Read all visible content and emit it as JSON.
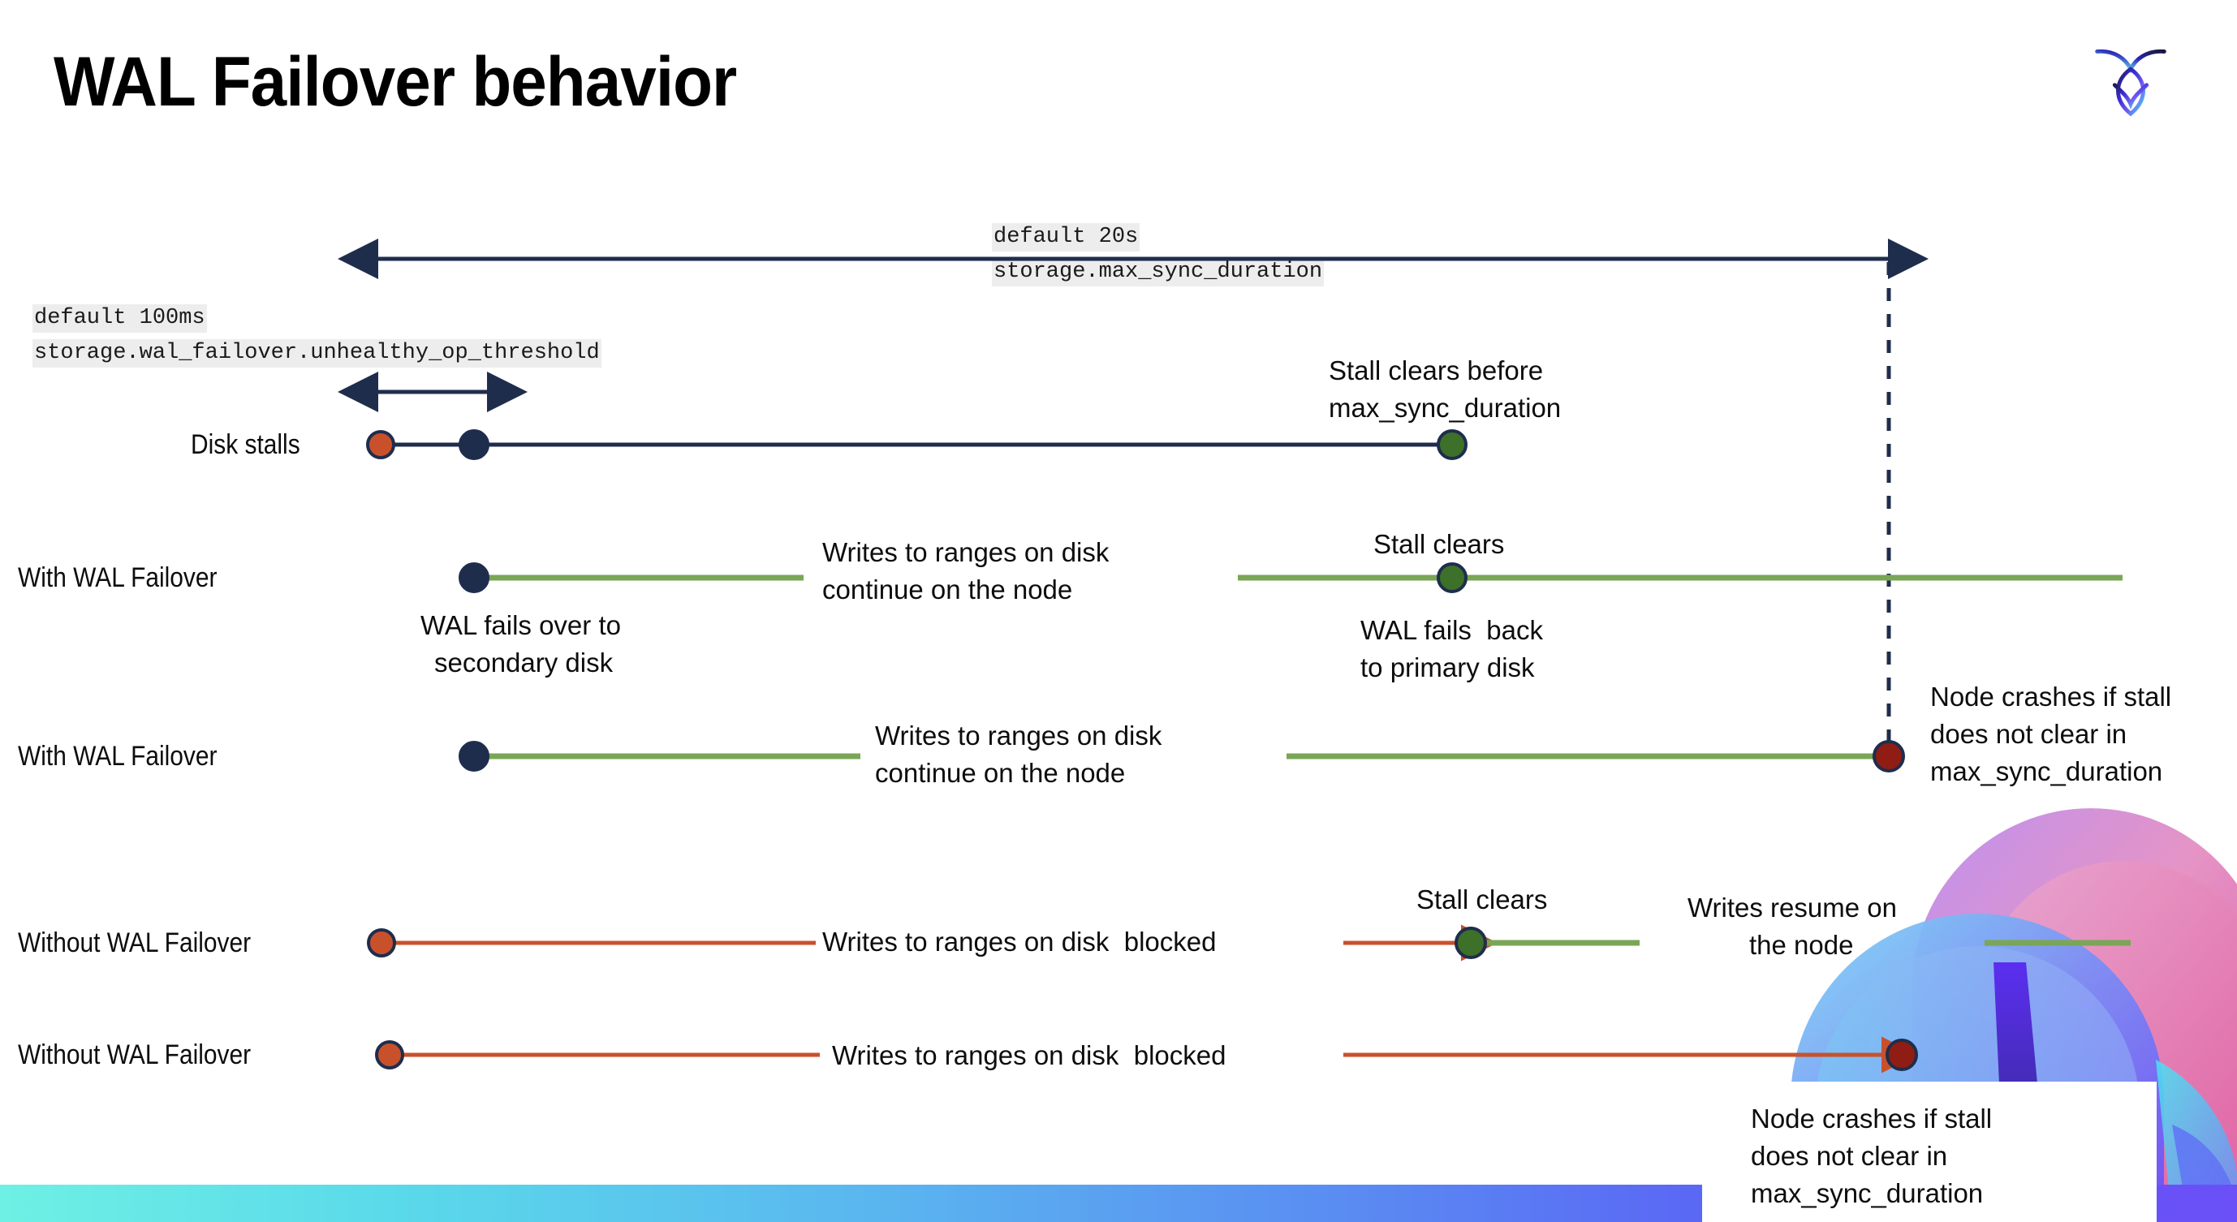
{
  "slide": {
    "title": "WAL Failover behavior",
    "logo_name": "cockroachdb-logo"
  },
  "colors": {
    "navy": "#1f2d4d",
    "green_line": "#7aa655",
    "green_dot": "#3d7029",
    "orange": "#c8512c",
    "dark_red": "#8f1d14",
    "code_bg": "#ededed",
    "strip_from": "#6ef0e4",
    "strip_to": "#6b4ff7"
  },
  "annotations": {
    "max_sync": {
      "default": "default 20s",
      "setting": "storage.max_sync_duration"
    },
    "unhealthy_op": {
      "default": "default 100ms",
      "setting": "storage.wal_failover.unhealthy_op_threshold"
    }
  },
  "rows": [
    {
      "name": "Disk stalls",
      "notes": [
        {
          "text": "Stall clears before\nmax_sync_duration"
        }
      ]
    },
    {
      "name": "With WAL Failover",
      "notes": [
        {
          "text": "Writes to ranges on disk\ncontinue on the node"
        },
        {
          "text": "WAL fails over to\nsecondary disk"
        },
        {
          "text": "Stall clears"
        },
        {
          "text": "WAL fails  back\nto primary disk"
        }
      ]
    },
    {
      "name": "With WAL Failover",
      "notes": [
        {
          "text": "Writes to ranges on disk\ncontinue on the node"
        },
        {
          "text": "Node crashes if stall\ndoes not clear in\nmax_sync_duration"
        }
      ]
    },
    {
      "name": "Without WAL Failover",
      "notes": [
        {
          "text": "Writes to ranges on disk  blocked"
        },
        {
          "text": "Stall clears"
        },
        {
          "text": "Writes resume on\nthe node"
        }
      ]
    },
    {
      "name": "Without WAL Failover",
      "notes": [
        {
          "text": "Writes to ranges on disk  blocked"
        },
        {
          "text": "Node crashes if stall\ndoes not clear in\nmax_sync_duration"
        }
      ]
    }
  ],
  "texts": {
    "row1_label": "Disk stalls",
    "row2_label": "With WAL Failover",
    "row3_label": "With WAL Failover",
    "row4_label": "Without WAL Failover",
    "row5_label": "Without WAL Failover",
    "stall_clears_before_l1": "Stall clears before",
    "stall_clears_before_l2": "max_sync_duration",
    "writes_continue_l1": "Writes to ranges on disk",
    "writes_continue_l2": "continue on the node",
    "wal_fails_over_l1": "WAL fails over to",
    "wal_fails_over_l2": "secondary disk",
    "stall_clears": "Stall clears",
    "wal_fails_back_l1": "WAL fails  back",
    "wal_fails_back_l2": "to primary disk",
    "node_crashes_l1": "Node crashes if stall",
    "node_crashes_l2": "does not clear in",
    "node_crashes_l3": "max_sync_duration",
    "writes_blocked": "Writes to ranges on disk  blocked",
    "writes_resume_l1": "Writes resume on",
    "writes_resume_l2": "the node"
  }
}
